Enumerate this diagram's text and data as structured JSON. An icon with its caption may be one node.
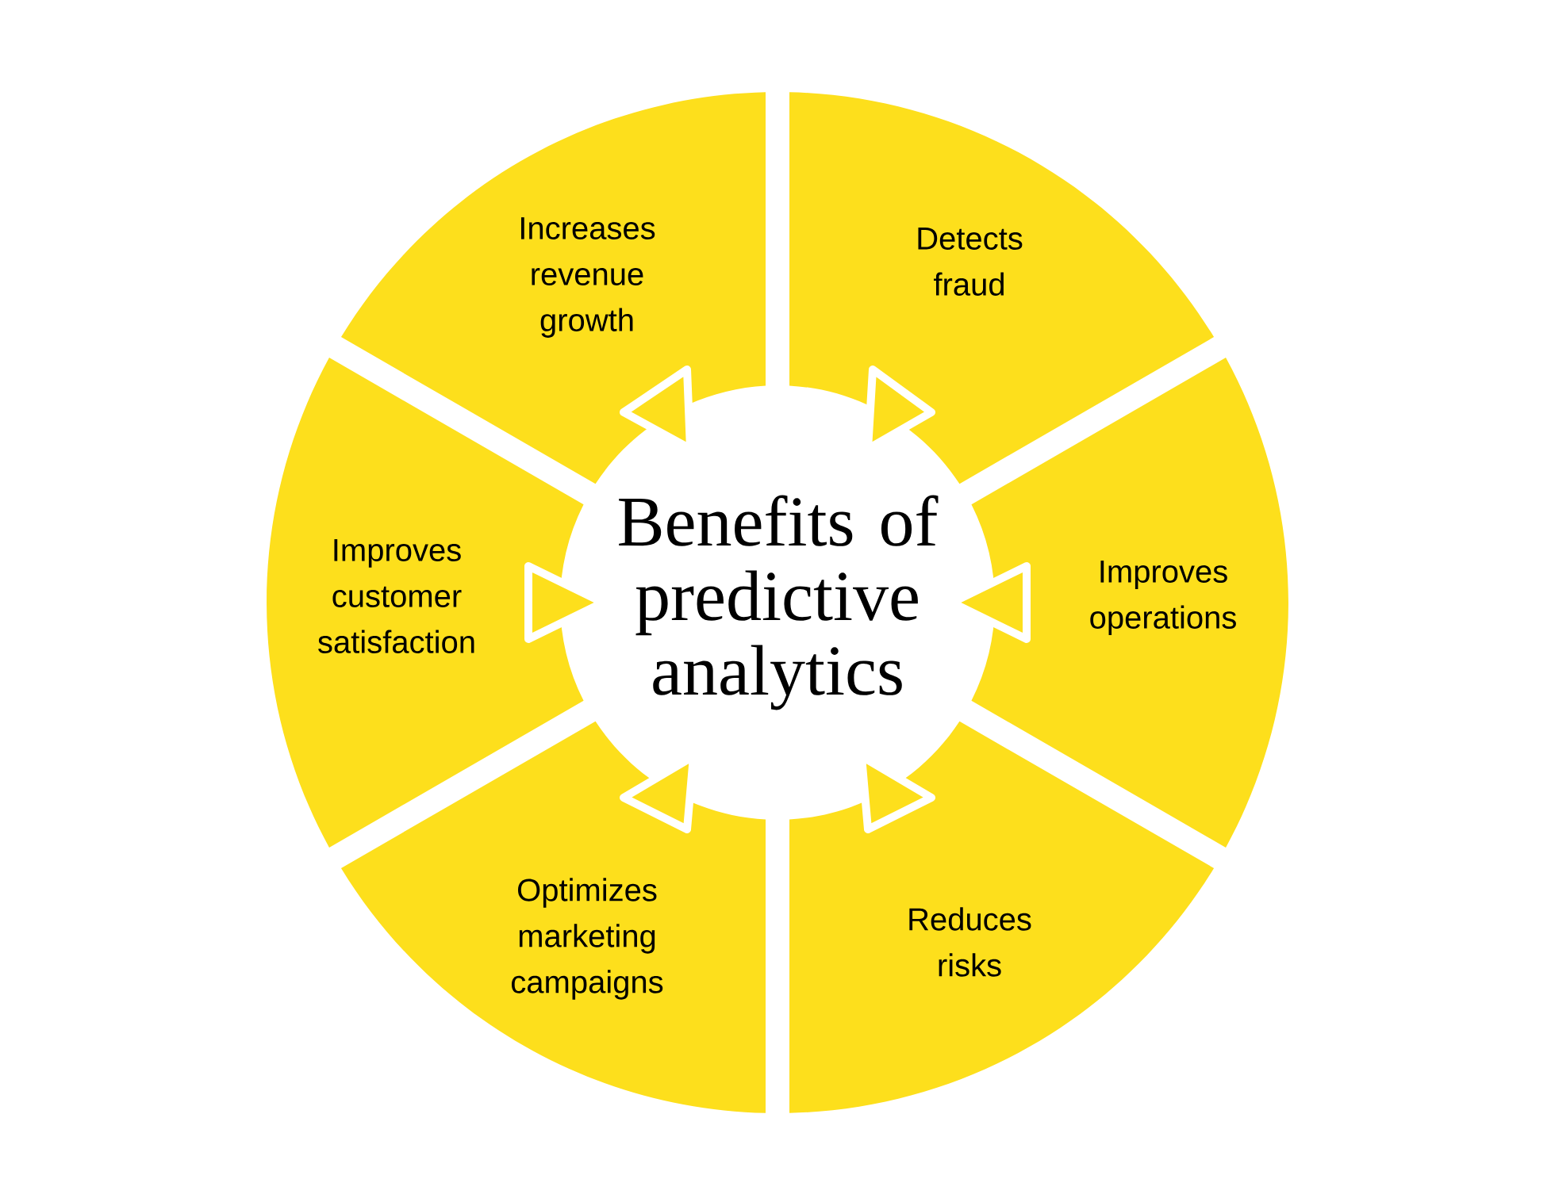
{
  "diagram": {
    "nodes": [
      {
        "text": [
          "Increases revenue growth"
        ]
      },
      {
        "text": [
          "Detects fraud"
        ]
      },
      {
        "text": [
          "Improves customer satisfaction"
        ]
      },
      {
        "text": [
          "Benefits of predictive analytics"
        ]
      },
      {
        "text": [
          "Improves operations"
        ]
      },
      {
        "text": [
          "Optimizes marketing campaigns"
        ]
      },
      {
        "text": [
          "Reduces risks"
        ]
      }
    ],
    "edges": [
      {
        "from": 2,
        "to": 3,
        "arrow": "to"
      },
      {
        "from": 4,
        "to": 3,
        "arrow": "to"
      }
    ]
  }
}
